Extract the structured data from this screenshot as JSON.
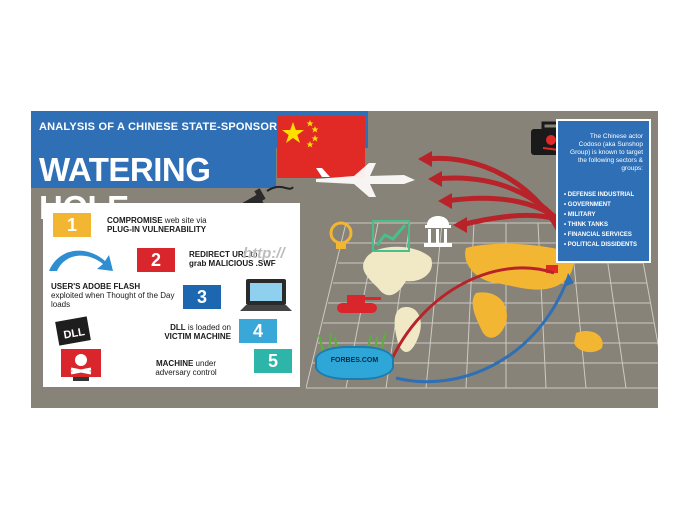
{
  "header": {
    "top_line": "ANALYSIS OF A CHINESE STATE-SPONSORED",
    "title": "WATERING HOLE"
  },
  "steps": [
    {
      "num": "1",
      "pre": "",
      "bold1": "COMPROMISE",
      "mid": " web site via",
      "bold2": "PLUG-IN VULNERABILITY",
      "post": "",
      "color": "#f2b632"
    },
    {
      "num": "2",
      "pre": "",
      "bold1": "REDIRECT URL",
      "mid": " to",
      "bold2": "grab MALICIOUS .SWF",
      "post": "",
      "color": "#d9262c"
    },
    {
      "num": "3",
      "pre": "",
      "bold1": "USER'S ADOBE FLASH",
      "mid": "",
      "bold2": "",
      "post": "exploited when Thought of the Day loads",
      "color": "#1d67b1"
    },
    {
      "num": "4",
      "pre": "",
      "bold1": "DLL",
      "mid": " is loaded on",
      "bold2": "VICTIM MACHINE",
      "post": "",
      "color": "#3aa7d9"
    },
    {
      "num": "5",
      "pre": "",
      "bold1": "MACHINE",
      "mid": " under",
      "bold2": "",
      "post": "adversary control",
      "color": "#2cb5a8"
    }
  ],
  "icons": {
    "http_text": "http://",
    "dll_text": "DLL"
  },
  "info_box": {
    "intro": "The Chinese actor Codoso (aka Sunshop Group) is known to target the following sectors & groups:",
    "targets": [
      "DEFENSE INDUSTRIAL",
      "GOVERNMENT",
      "MILITARY",
      "THINK TANKS",
      "FINANCIAL SERVICES",
      "POLITICAL DISSIDENTS"
    ]
  },
  "map": {
    "pool_label": "FORBES.COM"
  },
  "colors": {
    "blue": "#2e6fb6",
    "background": "#878378",
    "red_arrow": "#b8232a",
    "flag_red": "#e12a26",
    "flag_star": "#ffde00"
  }
}
